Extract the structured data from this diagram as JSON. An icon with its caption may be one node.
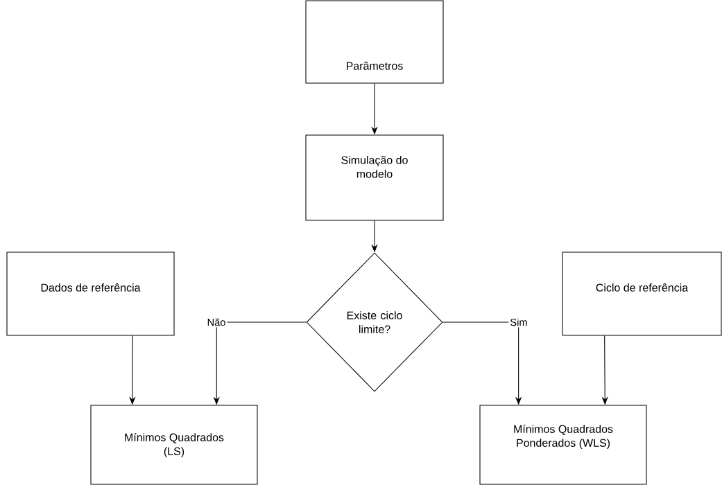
{
  "diagram": {
    "nodes": [
      {
        "text": [
          "Parâmetros"
        ]
      },
      {
        "text": [
          "Simulação do modelo"
        ]
      },
      {
        "text": [
          "Existe ciclo limite?"
        ]
      },
      {
        "text": [
          "Dados de referência"
        ]
      },
      {
        "text": [
          "Ciclo de referência"
        ]
      },
      {
        "text": [
          "Mínimos Quadrados (LS)"
        ]
      },
      {
        "text": [
          "Mínimos Quadrados Ponderados (WLS)"
        ]
      }
    ],
    "edges": [
      {
        "from": 0,
        "to": 1,
        "arrow": "to"
      },
      {
        "from": 1,
        "to": 2,
        "arrow": "to"
      },
      {
        "from": 3,
        "to": 5,
        "arrow": "to"
      },
      {
        "from": 2,
        "to": 5,
        "arrow": "to",
        "label": "Não"
      },
      {
        "from": 2,
        "to": 6,
        "arrow": "to",
        "label": "Sim"
      },
      {
        "from": 4,
        "to": 6,
        "arrow": "to"
      }
    ]
  }
}
